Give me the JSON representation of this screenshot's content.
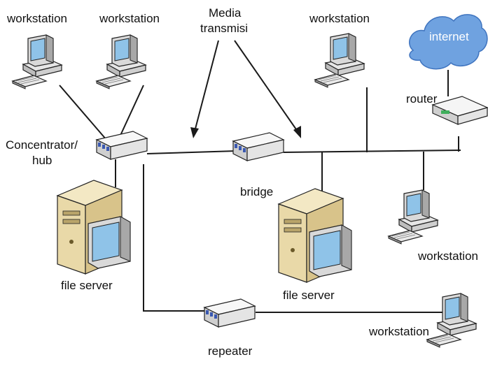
{
  "labels": {
    "ws_top_left_1": "workstation",
    "ws_top_left_2": "workstation",
    "media_line1": "Media",
    "media_line2": "transmisi",
    "ws_top_right": "workstation",
    "internet": "internet",
    "router": "router",
    "hub_line1": "Concentrator/",
    "hub_line2": "hub",
    "bridge": "bridge",
    "file_server_left": "file server",
    "file_server_right": "file server",
    "ws_right": "workstation",
    "repeater": "repeater",
    "ws_bottom_right": "workstation"
  },
  "colors": {
    "line": "#1a1a1a",
    "monitor_body": "#d9d9d9",
    "monitor_screen": "#8fc3e8",
    "server_body": "#e9d9a8",
    "device_body": "#f2f2f2",
    "device_ports": "#3a58b0",
    "cloud": "#6fa2e0",
    "router_accent": "#3fae5b"
  },
  "icons": [
    "workstation-icon",
    "hub-icon",
    "bridge-icon",
    "router-icon",
    "cloud-icon",
    "file-server-icon",
    "repeater-icon"
  ]
}
